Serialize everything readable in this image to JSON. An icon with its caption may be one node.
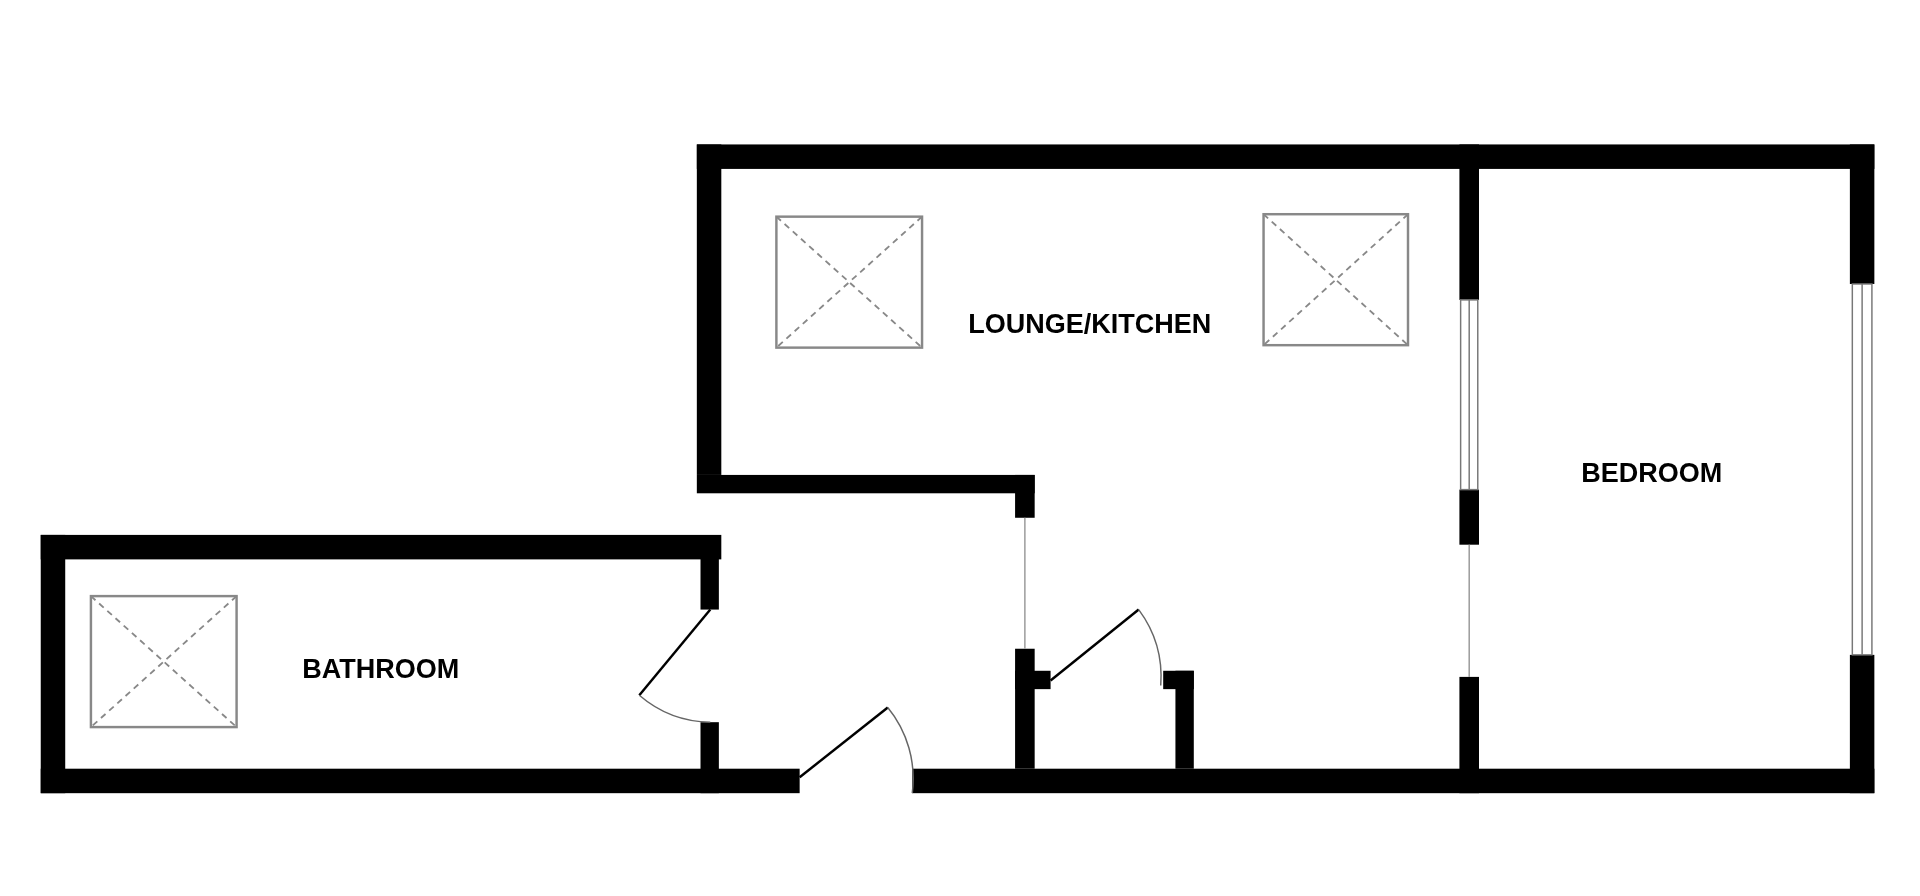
{
  "diagram": {
    "labels": [
      "LOUNGE/KITCHEN",
      "BEDROOM",
      "BATHROOM"
    ]
  }
}
